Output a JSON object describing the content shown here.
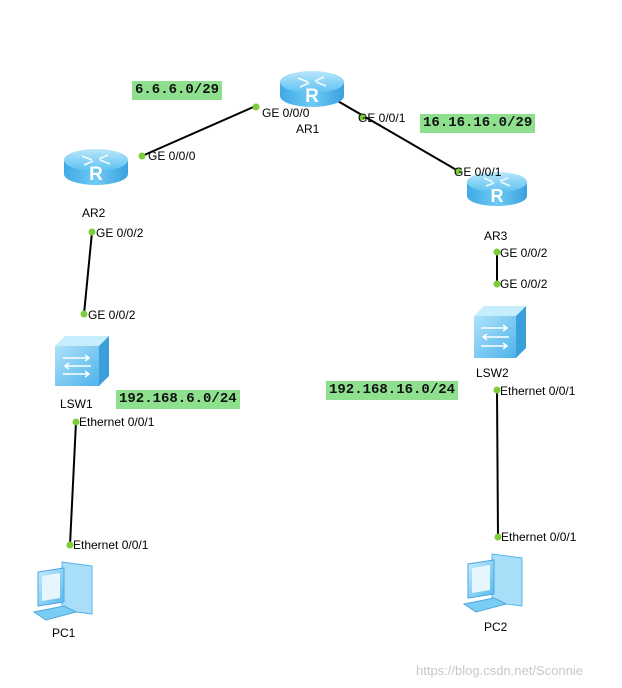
{
  "devices": {
    "ar1": {
      "name": "AR1"
    },
    "ar2": {
      "name": "AR2"
    },
    "ar3": {
      "name": "AR3"
    },
    "lsw1": {
      "name": "LSW1"
    },
    "lsw2": {
      "name": "LSW2"
    },
    "pc1": {
      "name": "PC1"
    },
    "pc2": {
      "name": "PC2"
    }
  },
  "ports": {
    "ar1_left": "GE 0/0/0",
    "ar1_right": "GE 0/0/1",
    "ar2_top": "GE 0/0/0",
    "ar2_down": "GE 0/0/2",
    "ar3_top": "GE 0/0/1",
    "ar3_down": "GE 0/0/2",
    "lsw1_up": "GE 0/0/2",
    "lsw1_down": "Ethernet 0/0/1",
    "lsw2_up": "GE 0/0/2",
    "lsw2_down": "Ethernet 0/0/1",
    "pc1_up": "Ethernet 0/0/1",
    "pc2_up": "Ethernet 0/0/1"
  },
  "networks": {
    "left_wan": "6.6.6.0/29",
    "right_wan": "16.16.16.0/29",
    "left_lan": "192.168.6.0/24",
    "right_lan": "192.168.16.0/24"
  },
  "router_glyph": "R",
  "colors": {
    "link": "#000000",
    "port_dot": "#7dcc3a",
    "network_label_bg": "#8ee08e",
    "router": "#4fb7ee",
    "switch": "#6cc6f2",
    "pc": "#6cc6f2"
  },
  "watermark": "https://blog.csdn.net/Sconnie"
}
